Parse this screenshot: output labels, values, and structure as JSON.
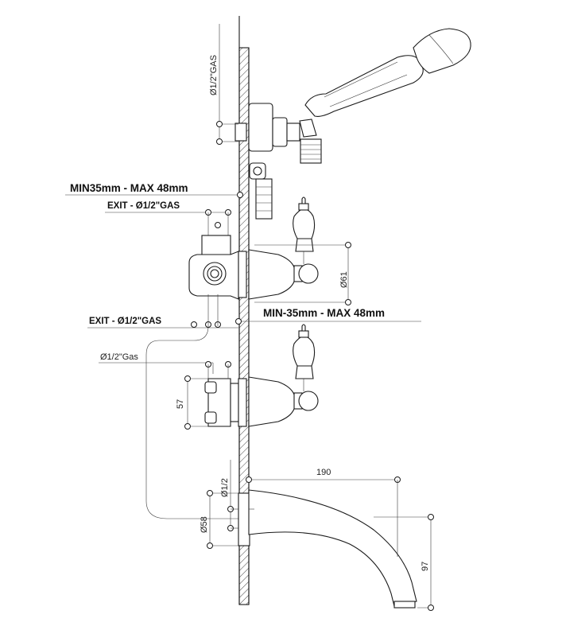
{
  "labels": {
    "gas_top": "Ø1/2\"GAS",
    "min_max_top": "MIN35mm - MAX 48mm",
    "exit_top": "EXIT - Ø1/2\"GAS",
    "dia_61": "Ø61",
    "min_max_mid": "MIN-35mm - MAX 48mm",
    "exit_bottom": "EXIT - Ø1/2\"GAS",
    "gas_pipe": "Ø1/2\"Gas",
    "dim_57": "57",
    "dim_190": "190",
    "dim_half": "Ø1/2",
    "dia_58": "Ø58",
    "dim_97": "97"
  },
  "colors": {
    "line": "#1a1a1a",
    "background": "#ffffff"
  }
}
